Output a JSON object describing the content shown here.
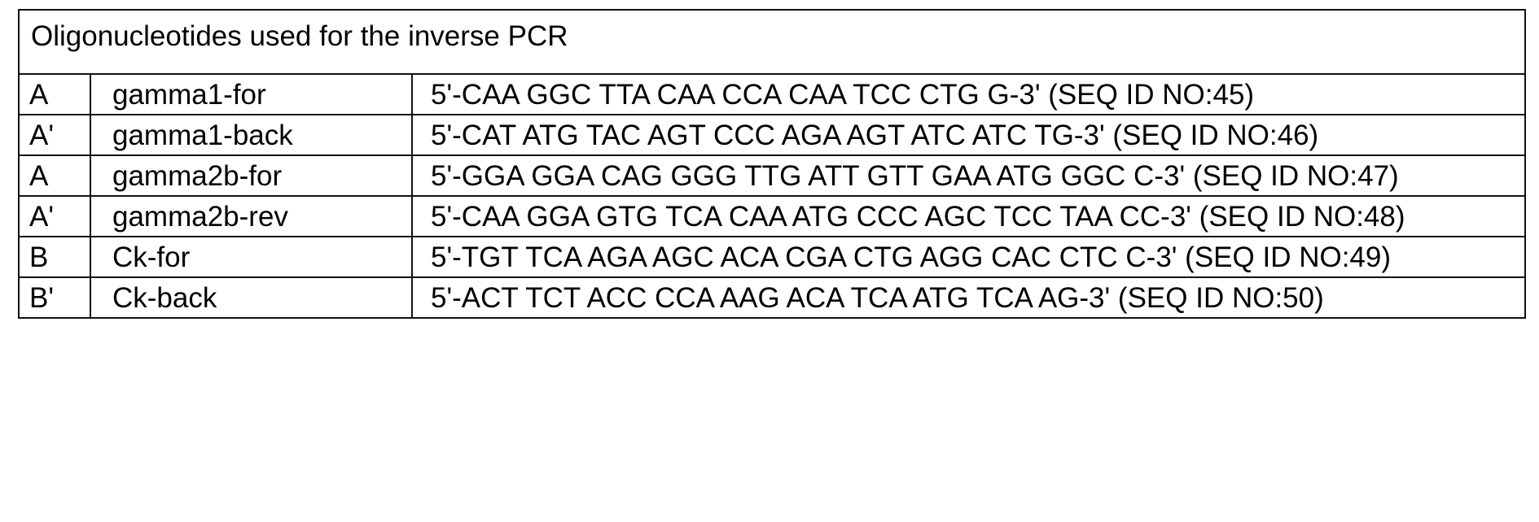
{
  "table": {
    "caption": "Oligonucleotides used for the inverse PCR",
    "rows": [
      {
        "label": "A",
        "name": "gamma1-for",
        "sequence": "5'-CAA GGC TTA CAA CCA CAA TCC CTG G-3' (SEQ ID NO:45)"
      },
      {
        "label": "A'",
        "name": "gamma1-back",
        "sequence": "5'-CAT ATG TAC AGT CCC AGA AGT ATC ATC TG-3' (SEQ ID NO:46)"
      },
      {
        "label": "A",
        "name": "gamma2b-for",
        "sequence": "5'-GGA GGA CAG GGG TTG ATT GTT GAA ATG GGC C-3' (SEQ ID NO:47)"
      },
      {
        "label": "A'",
        "name": "gamma2b-rev",
        "sequence": "5'-CAA GGA GTG TCA CAA ATG CCC AGC TCC TAA CC-3' (SEQ ID NO:48)"
      },
      {
        "label": "B",
        "name": "Ck-for",
        "sequence": "5'-TGT TCA AGA AGC ACA CGA CTG AGG CAC CTC C-3' (SEQ ID NO:49)"
      },
      {
        "label": "B'",
        "name": "Ck-back",
        "sequence": "5'-ACT TCT ACC CCA AAG ACA TCA ATG TCA AG-3' (SEQ ID NO:50)"
      }
    ]
  }
}
